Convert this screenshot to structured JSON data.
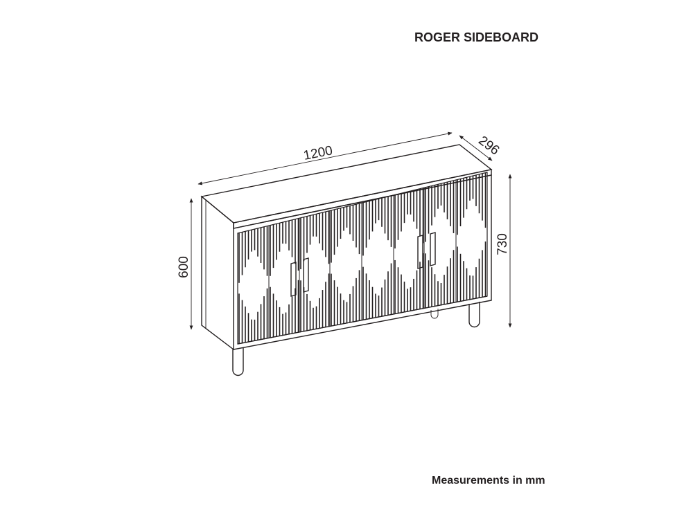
{
  "title": "ROGER SIDEBOARD",
  "footer": "Measurements in mm",
  "dimensions": {
    "width": "1200",
    "depth": "296",
    "height_total": "730",
    "height_body": "600"
  },
  "colors": {
    "ink": "#231f20",
    "panel": "#1e1a1b",
    "background": "#ffffff"
  }
}
